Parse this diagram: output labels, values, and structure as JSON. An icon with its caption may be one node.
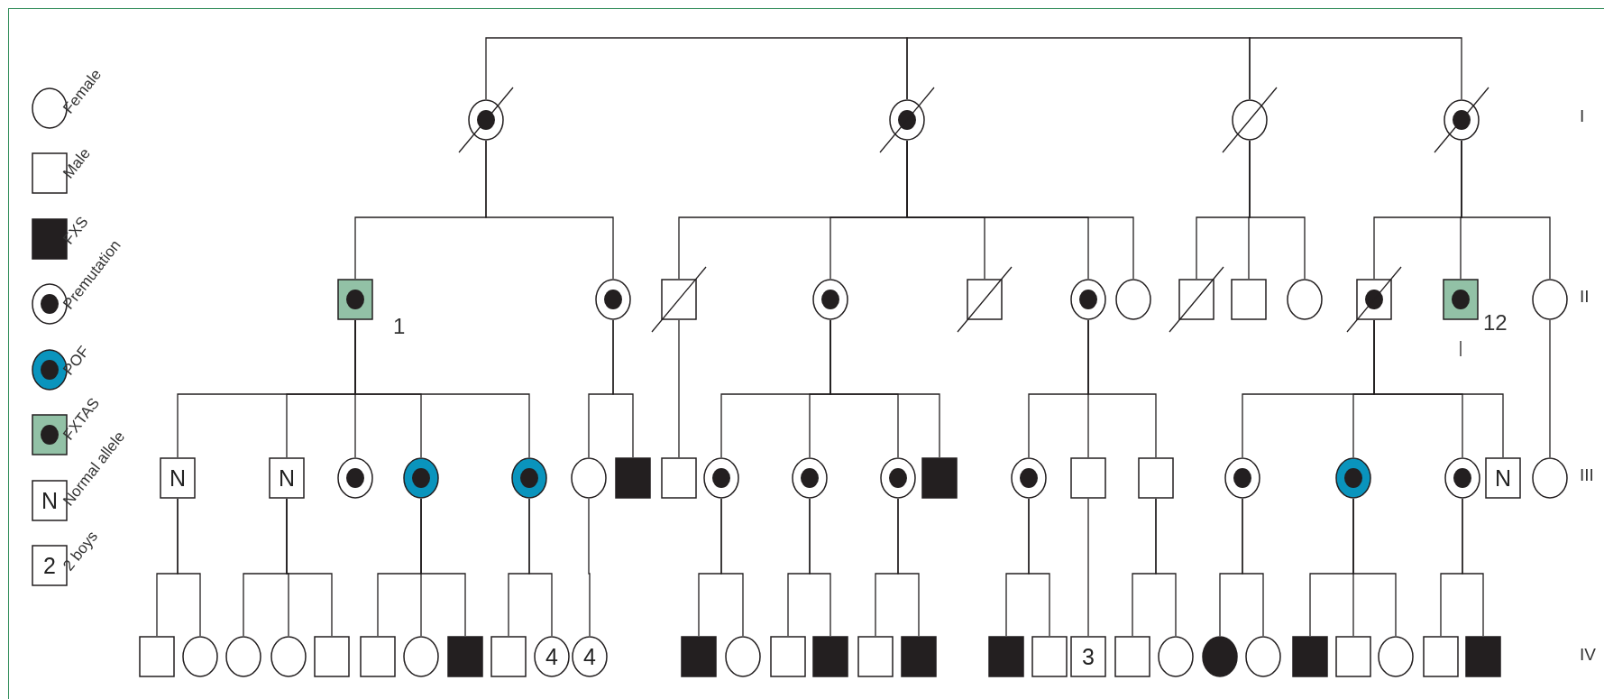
{
  "diagram": {
    "nodes": [
      {
        "text": [],
        "shape": "circle"
      },
      {
        "text": [],
        "shape": "circle"
      },
      {
        "text": [],
        "shape": "circle"
      },
      {
        "text": [],
        "shape": "circle"
      },
      {
        "text": [],
        "shape": "box",
        "beside": [
          "1"
        ]
      },
      {
        "text": [],
        "shape": "circle"
      },
      {
        "text": [],
        "shape": "box"
      },
      {
        "text": [],
        "shape": "circle"
      },
      {
        "text": [],
        "shape": "box"
      },
      {
        "text": [],
        "shape": "circle"
      },
      {
        "text": [],
        "shape": "circle"
      },
      {
        "text": [],
        "shape": "box"
      },
      {
        "text": [],
        "shape": "box"
      },
      {
        "text": [],
        "shape": "circle"
      },
      {
        "text": [],
        "shape": "box"
      },
      {
        "text": [],
        "shape": "box",
        "beside": [
          "12"
        ]
      },
      {
        "text": [],
        "shape": "circle"
      },
      {
        "text": [
          "N"
        ]
      },
      {
        "text": [
          "N"
        ]
      },
      {
        "text": [],
        "shape": "circle"
      },
      {
        "text": [],
        "shape": "circle"
      },
      {
        "text": [],
        "shape": "circle"
      },
      {
        "text": [],
        "shape": "circle"
      },
      {
        "text": [],
        "shape": "box"
      },
      {
        "text": [],
        "shape": "box"
      },
      {
        "text": [],
        "shape": "circle"
      },
      {
        "text": [],
        "shape": "circle"
      },
      {
        "text": [],
        "shape": "circle"
      },
      {
        "text": [],
        "shape": "box"
      },
      {
        "text": [],
        "shape": "circle"
      },
      {
        "text": [],
        "shape": "box"
      },
      {
        "text": [],
        "shape": "box"
      },
      {
        "text": [],
        "shape": "circle"
      },
      {
        "text": [],
        "shape": "circle"
      },
      {
        "text": [],
        "shape": "circle"
      },
      {
        "text": [
          "N"
        ]
      },
      {
        "text": [],
        "shape": "circle"
      },
      {
        "text": [],
        "shape": "box"
      },
      {
        "text": [],
        "shape": "circle"
      },
      {
        "text": [],
        "shape": "circle"
      },
      {
        "text": [],
        "shape": "circle"
      },
      {
        "text": [],
        "shape": "box"
      },
      {
        "text": [],
        "shape": "box"
      },
      {
        "text": [],
        "shape": "circle"
      },
      {
        "text": [],
        "shape": "box"
      },
      {
        "text": [],
        "shape": "box"
      },
      {
        "text": [
          "4"
        ]
      },
      {
        "text": [
          "4"
        ]
      },
      {
        "text": [],
        "shape": "box"
      },
      {
        "text": [],
        "shape": "circle"
      },
      {
        "text": [],
        "shape": "box"
      },
      {
        "text": [],
        "shape": "box"
      },
      {
        "text": [],
        "shape": "box"
      },
      {
        "text": [],
        "shape": "box"
      },
      {
        "text": [],
        "shape": "box"
      },
      {
        "text": [],
        "shape": "box"
      },
      {
        "text": [
          "3"
        ]
      },
      {
        "text": [],
        "shape": "box"
      },
      {
        "text": [],
        "shape": "circle"
      },
      {
        "text": [],
        "shape": "circle"
      },
      {
        "text": [],
        "shape": "circle"
      },
      {
        "text": [],
        "shape": "box"
      },
      {
        "text": [],
        "shape": "box"
      },
      {
        "text": [],
        "shape": "circle"
      },
      {
        "text": [],
        "shape": "box"
      },
      {
        "text": [],
        "shape": "box"
      }
    ],
    "edges": [
      {
        "from": 0,
        "to": 1,
        "arrow": "none"
      },
      {
        "from": 1,
        "to": 2,
        "arrow": "none"
      },
      {
        "from": 2,
        "to": 3,
        "arrow": "none"
      },
      {
        "from": 0,
        "to": 4,
        "arrow": "none"
      },
      {
        "from": 0,
        "to": 5,
        "arrow": "none"
      },
      {
        "from": 1,
        "to": 6,
        "arrow": "none"
      },
      {
        "from": 1,
        "to": 7,
        "arrow": "none"
      },
      {
        "from": 1,
        "to": 8,
        "arrow": "none"
      },
      {
        "from": 1,
        "to": 9,
        "arrow": "none"
      },
      {
        "from": 1,
        "to": 10,
        "arrow": "none"
      },
      {
        "from": 2,
        "to": 11,
        "arrow": "none"
      },
      {
        "from": 2,
        "to": 12,
        "arrow": "none"
      },
      {
        "from": 2,
        "to": 13,
        "arrow": "none"
      },
      {
        "from": 3,
        "to": 14,
        "arrow": "none"
      },
      {
        "from": 3,
        "to": 15,
        "arrow": "none"
      },
      {
        "from": 3,
        "to": 16,
        "arrow": "none"
      },
      {
        "from": 4,
        "to": 17,
        "arrow": "none"
      },
      {
        "from": 4,
        "to": 18,
        "arrow": "none"
      },
      {
        "from": 4,
        "to": 19,
        "arrow": "none"
      },
      {
        "from": 4,
        "to": 20,
        "arrow": "none"
      },
      {
        "from": 4,
        "to": 21,
        "arrow": "none"
      },
      {
        "from": 5,
        "to": 22,
        "arrow": "none"
      },
      {
        "from": 5,
        "to": 23,
        "arrow": "none"
      },
      {
        "from": 6,
        "to": 24,
        "arrow": "none"
      },
      {
        "from": 7,
        "to": 25,
        "arrow": "none"
      },
      {
        "from": 7,
        "to": 26,
        "arrow": "none"
      },
      {
        "from": 7,
        "to": 27,
        "arrow": "none"
      },
      {
        "from": 7,
        "to": 28,
        "arrow": "none"
      },
      {
        "from": 9,
        "to": 29,
        "arrow": "none"
      },
      {
        "from": 9,
        "to": 30,
        "arrow": "none"
      },
      {
        "from": 9,
        "to": 31,
        "arrow": "none"
      },
      {
        "from": 14,
        "to": 32,
        "arrow": "none"
      },
      {
        "from": 14,
        "to": 33,
        "arrow": "none"
      },
      {
        "from": 14,
        "to": 34,
        "arrow": "none"
      },
      {
        "from": 14,
        "to": 35,
        "arrow": "none"
      },
      {
        "from": 16,
        "to": 36,
        "arrow": "none"
      },
      {
        "from": 17,
        "to": 37,
        "arrow": "none"
      },
      {
        "from": 17,
        "to": 38,
        "arrow": "none"
      },
      {
        "from": 18,
        "to": 39,
        "arrow": "none"
      },
      {
        "from": 18,
        "to": 40,
        "arrow": "none"
      },
      {
        "from": 18,
        "to": 41,
        "arrow": "none"
      },
      {
        "from": 20,
        "to": 42,
        "arrow": "none"
      },
      {
        "from": 20,
        "to": 43,
        "arrow": "none"
      },
      {
        "from": 20,
        "to": 44,
        "arrow": "none"
      },
      {
        "from": 21,
        "to": 45,
        "arrow": "none"
      },
      {
        "from": 21,
        "to": 46,
        "arrow": "none"
      },
      {
        "from": 22,
        "to": 47,
        "arrow": "none"
      },
      {
        "from": 25,
        "to": 48,
        "arrow": "none"
      },
      {
        "from": 25,
        "to": 49,
        "arrow": "none"
      },
      {
        "from": 26,
        "to": 50,
        "arrow": "none"
      },
      {
        "from": 26,
        "to": 51,
        "arrow": "none"
      },
      {
        "from": 27,
        "to": 52,
        "arrow": "none"
      },
      {
        "from": 27,
        "to": 53,
        "arrow": "none"
      },
      {
        "from": 29,
        "to": 54,
        "arrow": "none"
      },
      {
        "from": 29,
        "to": 55,
        "arrow": "none"
      },
      {
        "from": 30,
        "to": 56,
        "arrow": "none"
      },
      {
        "from": 31,
        "to": 57,
        "arrow": "none"
      },
      {
        "from": 31,
        "to": 58,
        "arrow": "none"
      },
      {
        "from": 32,
        "to": 59,
        "arrow": "none"
      },
      {
        "from": 32,
        "to": 60,
        "arrow": "none"
      },
      {
        "from": 33,
        "to": 61,
        "arrow": "none"
      },
      {
        "from": 33,
        "to": 62,
        "arrow": "none"
      },
      {
        "from": 33,
        "to": 63,
        "arrow": "none"
      },
      {
        "from": 34,
        "to": 64,
        "arrow": "none"
      },
      {
        "from": 34,
        "to": 65,
        "arrow": "none"
      }
    ],
    "labels": [
      "N",
      "2",
      "I",
      "II",
      "III",
      "IV"
    ],
    "legend": [
      {
        "text": "Female"
      },
      {
        "text": "Male"
      },
      {
        "text": "FXS"
      },
      {
        "text": "Premutation"
      },
      {
        "text": "POF"
      },
      {
        "text": "FXTAS"
      },
      {
        "text": "Normal allele"
      },
      {
        "text": "2 boys"
      }
    ]
  }
}
